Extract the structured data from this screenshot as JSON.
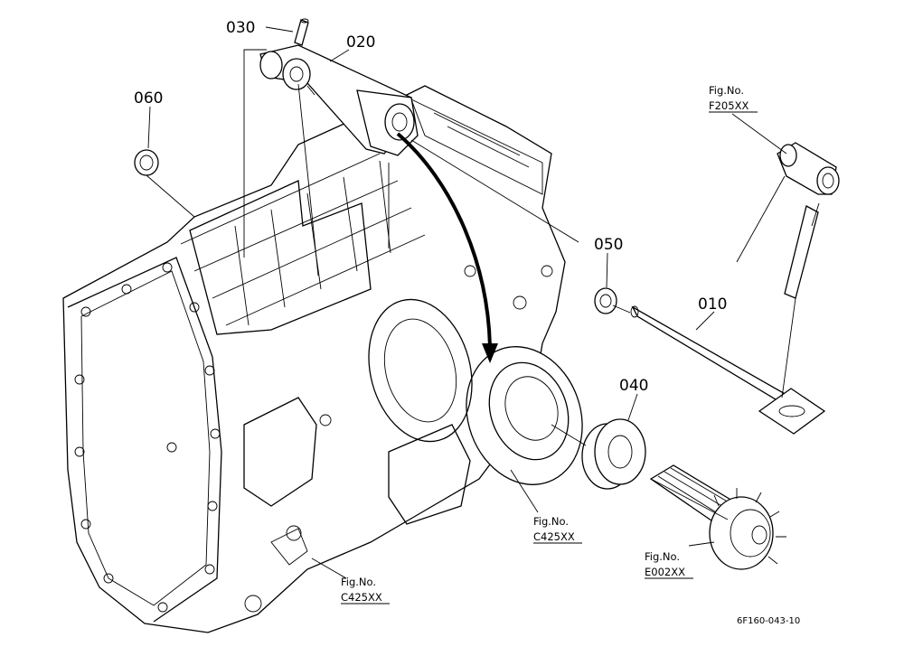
{
  "diagram": {
    "parts": {
      "p010": "010",
      "p020": "020",
      "p030": "030",
      "p040": "040",
      "p050": "050",
      "p060": "060"
    },
    "refs": [
      {
        "prefix": "Fig.No.",
        "code": "F205XX"
      },
      {
        "prefix": "Fig.No.",
        "code": "C425XX"
      },
      {
        "prefix": "Fig.No.",
        "code": "E002XX"
      },
      {
        "prefix": "Fig.No.",
        "code": "C425XX"
      }
    ],
    "drawing_code": "6F160-043-10"
  }
}
